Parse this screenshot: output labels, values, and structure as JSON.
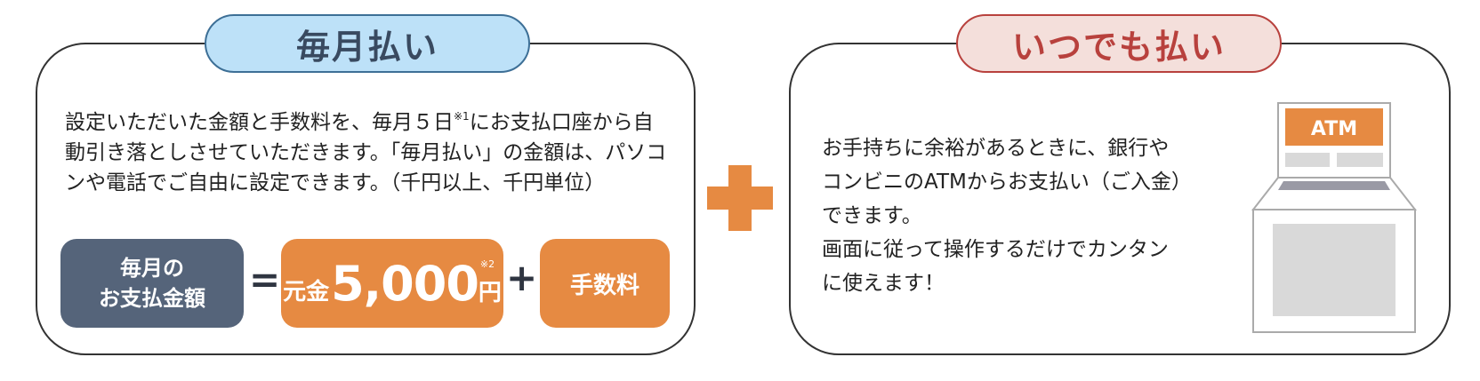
{
  "left_panel": {
    "title": "毎月払い",
    "description_part1": "設定いただいた金額と手数料を、毎月５日",
    "note_mark1": "※1",
    "description_part2": "にお支払口座から自動引き落としさせていただきます。「毎月払い」の金額は、パソコンや電話でご自由に設定できます。（千円以上、千円単位）",
    "formula": {
      "monthly_label_line1": "毎月の",
      "monthly_label_line2": "お支払金額",
      "equals": "=",
      "principal_prefix": "元金",
      "principal_amount": "5,000",
      "principal_unit": "円",
      "note_mark2": "※2",
      "plus": "+",
      "fee_label": "手数料"
    }
  },
  "right_panel": {
    "title": "いつでも払い",
    "description_line1": "お手持ちに余裕があるときに、銀行や",
    "description_line2": "コンビニのATMからお支払い（ご入金）",
    "description_line3": "できます。",
    "description_line4": "画面に従って操作するだけでカンタン",
    "description_line5": "に使えます！",
    "atm_label": "ATM"
  },
  "colors": {
    "accent_orange": "#e68a42",
    "dark_slate": "#55647a",
    "blue_pill": "#bde1f8",
    "red_title": "#b8413d"
  }
}
